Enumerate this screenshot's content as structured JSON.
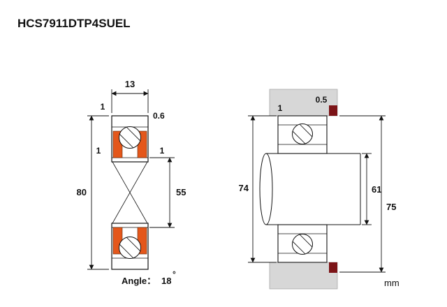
{
  "title": "HCS7911DTP4SUEL",
  "unit": "mm",
  "left_view": {
    "width_label": "13",
    "chamfer_top_left": "1",
    "chamfer_top_right": "0.6",
    "chamfer_inner_left": "1",
    "chamfer_inner_right": "1",
    "outer_diameter": "80",
    "bore_diameter": "55",
    "angle_label": "Angle：",
    "angle_value": "18",
    "angle_unit": "°"
  },
  "right_view": {
    "edge_left": "1",
    "edge_right": "0.5",
    "housing_dim": "74",
    "shaft_dim": "61",
    "outer_dim": "75"
  },
  "colors": {
    "seal_orange": "#e4571b",
    "mark_dark_red": "#7c1417",
    "housing_gray": "#d7d7d7",
    "line_black": "#111111"
  }
}
